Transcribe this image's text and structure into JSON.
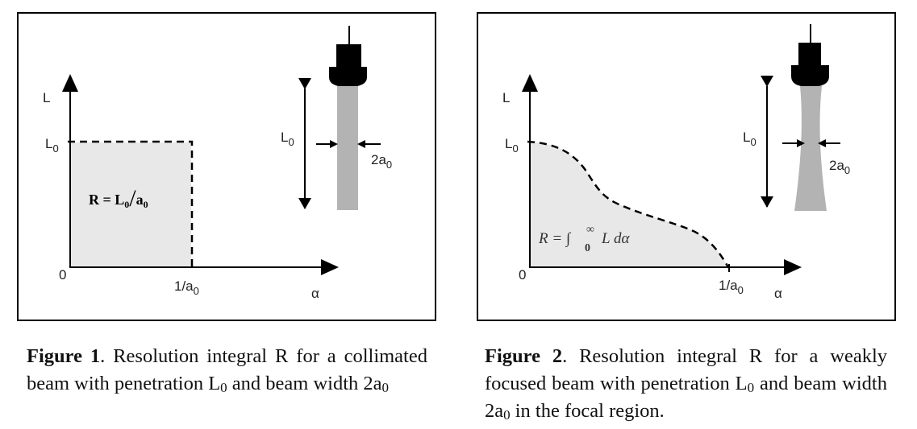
{
  "figure1": {
    "axis_y_label": "L",
    "axis_y_tick": "L",
    "axis_y_tick_sub": "0",
    "origin_label": "0",
    "axis_x_tick": "1/a",
    "axis_x_tick_sub": "0",
    "axis_x_label": "α",
    "formula": {
      "lhs": "R = L",
      "sub1": "0",
      "slash": "/",
      "a": "a",
      "sub2": "0"
    },
    "beam_length_label": "L",
    "beam_length_sub": "0",
    "beam_width_label": "2a",
    "beam_width_sub": "0",
    "caption": {
      "title": "Figure 1",
      "text1": ". Resolution integral R for a collimated beam with penetration L",
      "sub1": "0",
      "text2": " and beam width 2a",
      "sub2": "0",
      "text3": ""
    }
  },
  "figure2": {
    "axis_y_label": "L",
    "axis_y_tick": "L",
    "axis_y_tick_sub": "0",
    "origin_label": "0",
    "axis_x_tick": "1/a",
    "axis_x_tick_sub": "0",
    "axis_x_label": "α",
    "formula": {
      "lhs": "R = ∫",
      "upper": "∞",
      "lower": "0",
      "rhs": "L dα"
    },
    "beam_length_label": "L",
    "beam_length_sub": "0",
    "beam_width_label": "2a",
    "beam_width_sub": "0",
    "caption": {
      "title": "Figure 2",
      "text1": ". Resolution integral R for a weakly focused beam with penetration L",
      "sub1": "0",
      "text2": " and beam width 2a",
      "sub2": "0",
      "text3": " in the focal region."
    }
  },
  "colors": {
    "shade": "#e6e6e6",
    "beam": "#b3b3b3",
    "ink": "#000000"
  }
}
